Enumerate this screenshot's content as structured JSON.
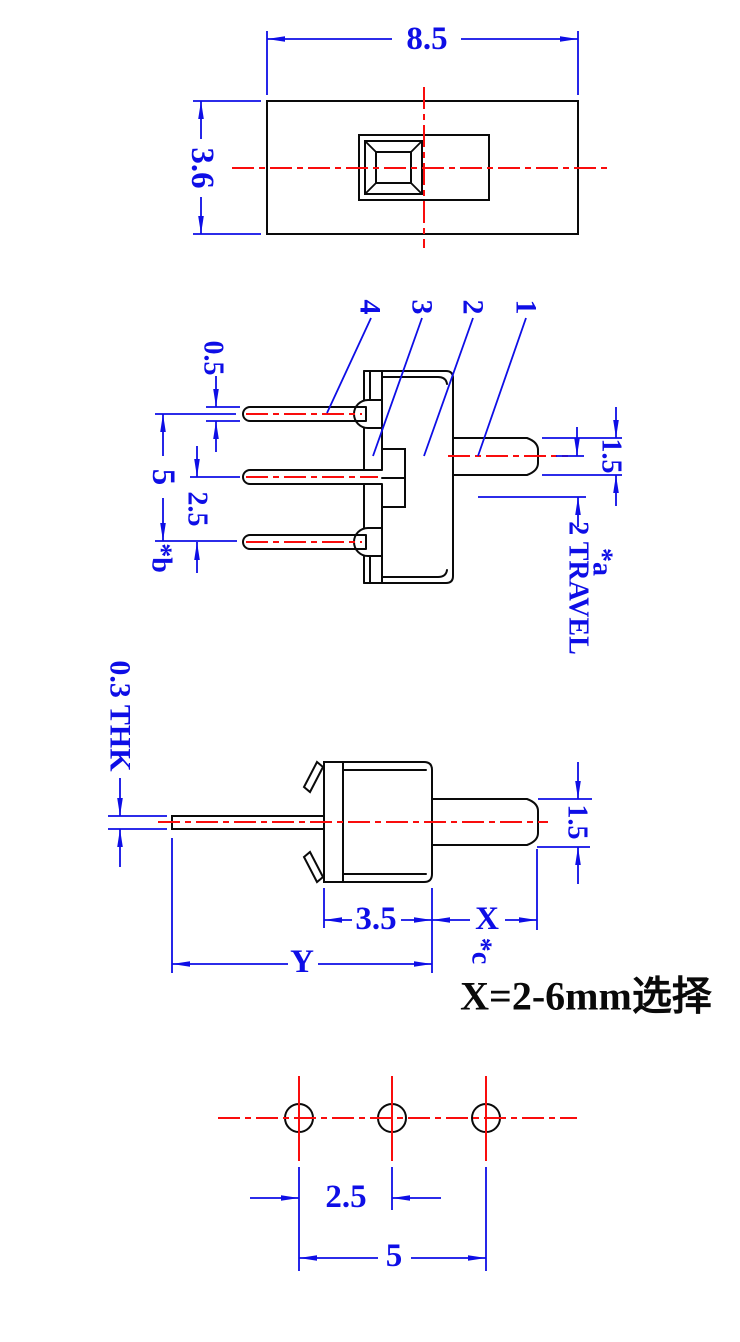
{
  "drawing": {
    "colors": {
      "outline": "#0a0a0a",
      "dimension": "#0e0ee6",
      "centerline": "#f90d0d",
      "background": "#ffffff"
    },
    "views": {
      "top": {
        "width": "8.5",
        "height": "3.6"
      },
      "front": {
        "terminals": {
          "t4": "4",
          "t3": "3",
          "t2": "2",
          "t1": "1"
        },
        "pin_thickness": "0.5",
        "pin_span": "5",
        "pin_pitch": "2.5",
        "pin_note": "*b",
        "shaft_diameter": "1.5",
        "travel": "2 TRAVEL",
        "travel_note": "*a"
      },
      "side": {
        "plate_thickness": "0.3 THK",
        "shaft_diameter": "1.5",
        "body_depth": "3.5",
        "stem_length": "X",
        "stem_note": "*c",
        "overall_length": "Y",
        "selection_note": "X=2-6mm选择"
      },
      "bottom": {
        "hole_pitch": "2.5",
        "hole_span": "5"
      }
    }
  }
}
